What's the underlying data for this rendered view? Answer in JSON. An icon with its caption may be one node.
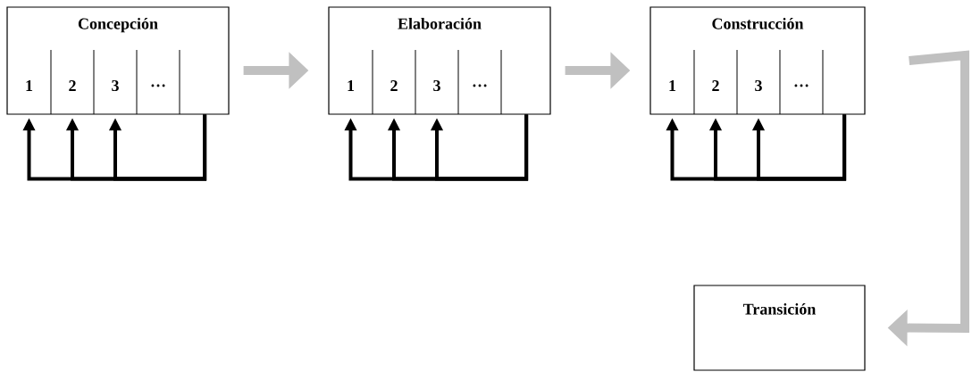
{
  "diagram": {
    "nodes": [
      {
        "text": [
          "Concepción"
        ]
      },
      {
        "text": [
          "1"
        ],
        "in": 0
      },
      {
        "text": [
          "2"
        ],
        "in": 0
      },
      {
        "text": [
          "3"
        ],
        "in": 0
      },
      {
        "text": [
          "…"
        ],
        "in": 0
      },
      {
        "text": [
          "Elaboración"
        ]
      },
      {
        "text": [
          "1"
        ],
        "in": 5
      },
      {
        "text": [
          "2"
        ],
        "in": 5
      },
      {
        "text": [
          "3"
        ],
        "in": 5
      },
      {
        "text": [
          "…"
        ],
        "in": 5
      },
      {
        "text": [
          "Construcción"
        ]
      },
      {
        "text": [
          "1"
        ],
        "in": 10
      },
      {
        "text": [
          "2"
        ],
        "in": 10
      },
      {
        "text": [
          "3"
        ],
        "in": 10
      },
      {
        "text": [
          "…"
        ],
        "in": 10
      },
      {
        "text": [
          "Transición"
        ]
      }
    ],
    "edges": [
      {
        "from": 0,
        "to": 1,
        "arrow": "to"
      },
      {
        "from": 0,
        "to": 2,
        "arrow": "to"
      },
      {
        "from": 0,
        "to": 3,
        "arrow": "to"
      },
      {
        "from": 5,
        "to": 6,
        "arrow": "to"
      },
      {
        "from": 5,
        "to": 7,
        "arrow": "to"
      },
      {
        "from": 5,
        "to": 8,
        "arrow": "to"
      },
      {
        "from": 10,
        "to": 11,
        "arrow": "to"
      },
      {
        "from": 10,
        "to": 12,
        "arrow": "to"
      },
      {
        "from": 10,
        "to": 13,
        "arrow": "to"
      },
      {
        "from": 0,
        "to": 5,
        "arrow": "to",
        "style": "thick",
        "color": "#c0c0c0"
      },
      {
        "from": 5,
        "to": 10,
        "arrow": "to",
        "style": "thick",
        "color": "#c0c0c0"
      },
      {
        "from": 10,
        "to": 15,
        "arrow": "to",
        "style": "thick",
        "color": "#c0c0c0"
      }
    ]
  }
}
